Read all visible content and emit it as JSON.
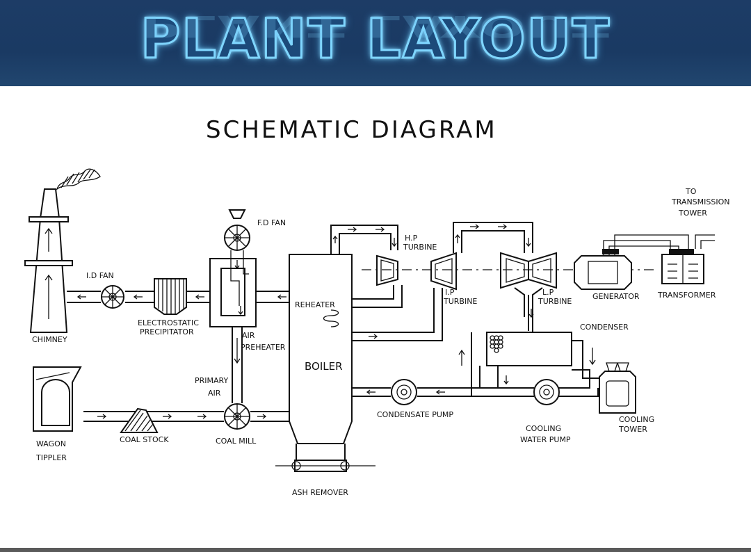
{
  "header": {
    "title": "PLANT LAYOUT"
  },
  "diagram": {
    "title": "SCHEMATIC DIAGRAM",
    "labels": {
      "chimney": "CHIMNEY",
      "id_fan": "I.D FAN",
      "electrostatic_precipitator_1": "ELECTROSTATIC",
      "electrostatic_precipitator_2": "PRECIPITATOR",
      "fd_fan": "F.D FAN",
      "air_preheater_1": "AIR",
      "air_preheater_2": "PREHEATER",
      "primary_air_1": "PRIMARY",
      "primary_air_2": "AIR",
      "wagon_tippler_1": "WAGON",
      "wagon_tippler_2": "TIPPLER",
      "coal_stock": "COAL STOCK",
      "coal_mill": "COAL MILL",
      "ash_remover": "ASH REMOVER",
      "boiler": "BOILER",
      "reheater": "REHEATER",
      "hp_turbine_1": "H.P",
      "hp_turbine_2": "TURBINE",
      "ip_turbine_1": "I.P",
      "ip_turbine_2": "TURBINE",
      "lp_turbine_1": "L.P",
      "lp_turbine_2": "TURBINE",
      "generator": "GENERATOR",
      "transformer": "TRANSFORMER",
      "to_transmission_1": "TO",
      "to_transmission_2": "TRANSMISSION",
      "to_transmission_3": "TOWER",
      "condenser": "CONDENSER",
      "condensate_pump": "CONDENSATE PUMP",
      "cooling_water_pump_1": "COOLING",
      "cooling_water_pump_2": "WATER PUMP",
      "cooling_tower_1": "COOLING",
      "cooling_tower_2": "TOWER"
    }
  }
}
